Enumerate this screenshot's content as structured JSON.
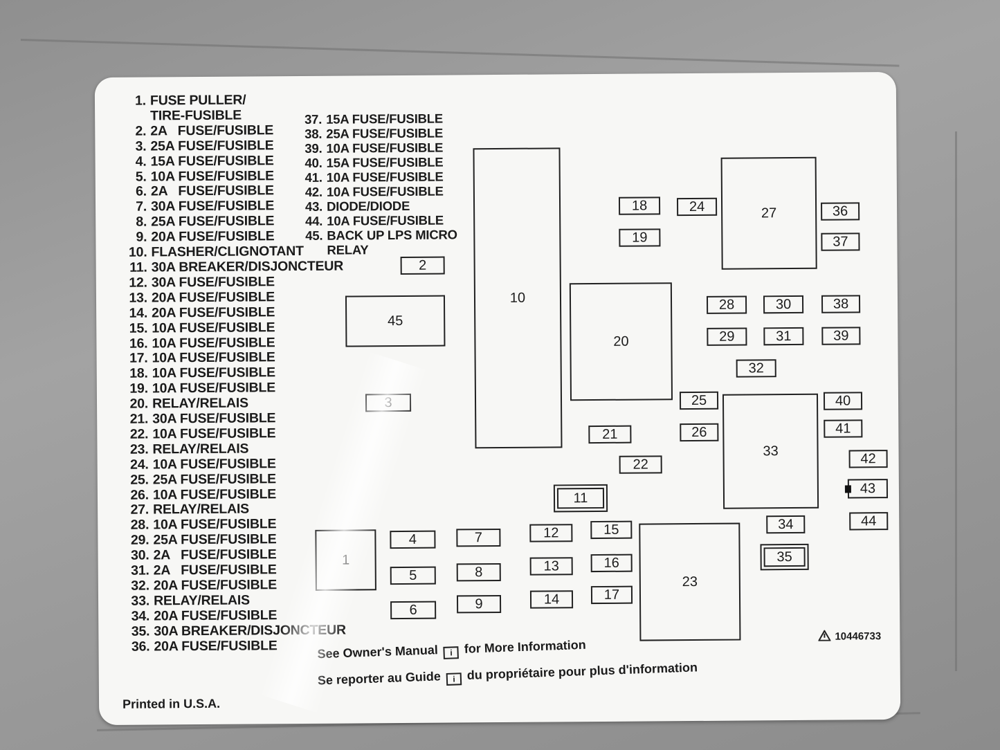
{
  "legend": [
    {
      "num": "1.",
      "text": "FUSE PULLER/\nTIRE-FUSIBLE"
    },
    {
      "num": "2.",
      "text": "2A   FUSE/FUSIBLE"
    },
    {
      "num": "3.",
      "text": "25A FUSE/FUSIBLE"
    },
    {
      "num": "4.",
      "text": "15A FUSE/FUSIBLE"
    },
    {
      "num": "5.",
      "text": "10A FUSE/FUSIBLE"
    },
    {
      "num": "6.",
      "text": "2A   FUSE/FUSIBLE"
    },
    {
      "num": "7.",
      "text": "30A FUSE/FUSIBLE"
    },
    {
      "num": "8.",
      "text": "25A FUSE/FUSIBLE"
    },
    {
      "num": "9.",
      "text": "20A FUSE/FUSIBLE"
    },
    {
      "num": "10.",
      "text": "FLASHER/CLIGNOTANT"
    },
    {
      "num": "11.",
      "text": "30A BREAKER/DISJONCTEUR"
    },
    {
      "num": "12.",
      "text": "30A FUSE/FUSIBLE"
    },
    {
      "num": "13.",
      "text": "20A FUSE/FUSIBLE"
    },
    {
      "num": "14.",
      "text": "20A FUSE/FUSIBLE"
    },
    {
      "num": "15.",
      "text": "10A FUSE/FUSIBLE"
    },
    {
      "num": "16.",
      "text": "10A FUSE/FUSIBLE"
    },
    {
      "num": "17.",
      "text": "10A FUSE/FUSIBLE"
    },
    {
      "num": "18.",
      "text": "10A FUSE/FUSIBLE"
    },
    {
      "num": "19.",
      "text": "10A FUSE/FUSIBLE"
    },
    {
      "num": "20.",
      "text": "RELAY/RELAIS"
    },
    {
      "num": "21.",
      "text": "30A FUSE/FUSIBLE"
    },
    {
      "num": "22.",
      "text": "10A FUSE/FUSIBLE"
    },
    {
      "num": "23.",
      "text": "RELAY/RELAIS"
    },
    {
      "num": "24.",
      "text": "10A FUSE/FUSIBLE"
    },
    {
      "num": "25.",
      "text": "25A FUSE/FUSIBLE"
    },
    {
      "num": "26.",
      "text": "10A FUSE/FUSIBLE"
    },
    {
      "num": "27.",
      "text": "RELAY/RELAIS"
    },
    {
      "num": "28.",
      "text": "10A FUSE/FUSIBLE"
    },
    {
      "num": "29.",
      "text": "25A FUSE/FUSIBLE"
    },
    {
      "num": "30.",
      "text": "2A   FUSE/FUSIBLE"
    },
    {
      "num": "31.",
      "text": "2A   FUSE/FUSIBLE"
    },
    {
      "num": "32.",
      "text": "20A FUSE/FUSIBLE"
    },
    {
      "num": "33.",
      "text": "RELAY/RELAIS"
    },
    {
      "num": "34.",
      "text": "20A FUSE/FUSIBLE"
    },
    {
      "num": "35.",
      "text": "30A BREAKER/DISJONCTEUR"
    },
    {
      "num": "36.",
      "text": "20A FUSE/FUSIBLE"
    }
  ],
  "legend_right": [
    {
      "num": "37.",
      "text": "15A FUSE/FUSIBLE"
    },
    {
      "num": "38.",
      "text": "25A FUSE/FUSIBLE"
    },
    {
      "num": "39.",
      "text": "10A FUSE/FUSIBLE"
    },
    {
      "num": "40.",
      "text": "15A FUSE/FUSIBLE"
    },
    {
      "num": "41.",
      "text": "10A FUSE/FUSIBLE"
    },
    {
      "num": "42.",
      "text": "10A FUSE/FUSIBLE"
    },
    {
      "num": "43.",
      "text": "DIODE/DIODE"
    },
    {
      "num": "44.",
      "text": "10A FUSE/FUSIBLE"
    },
    {
      "num": "45.",
      "text": "BACK UP LPS MICRO\nRELAY"
    }
  ],
  "boxes": [
    "1",
    "2",
    "3",
    "4",
    "5",
    "6",
    "7",
    "8",
    "9",
    "10",
    "11",
    "12",
    "13",
    "14",
    "15",
    "16",
    "17",
    "18",
    "19",
    "20",
    "21",
    "22",
    "23",
    "24",
    "25",
    "26",
    "27",
    "28",
    "29",
    "30",
    "31",
    "32",
    "33",
    "34",
    "35",
    "36",
    "37",
    "38",
    "39",
    "40",
    "41",
    "42",
    "43",
    "44",
    "45"
  ],
  "footer": {
    "line1_pre": "See Owner's Manual",
    "line1_post": "for More Information",
    "line2_pre": "Se reporter au Guide",
    "line2_post": "du propriétaire pour plus d'information",
    "book_icon_glyph": "i"
  },
  "part_number": "10446733",
  "printed": "Printed in U.S.A."
}
